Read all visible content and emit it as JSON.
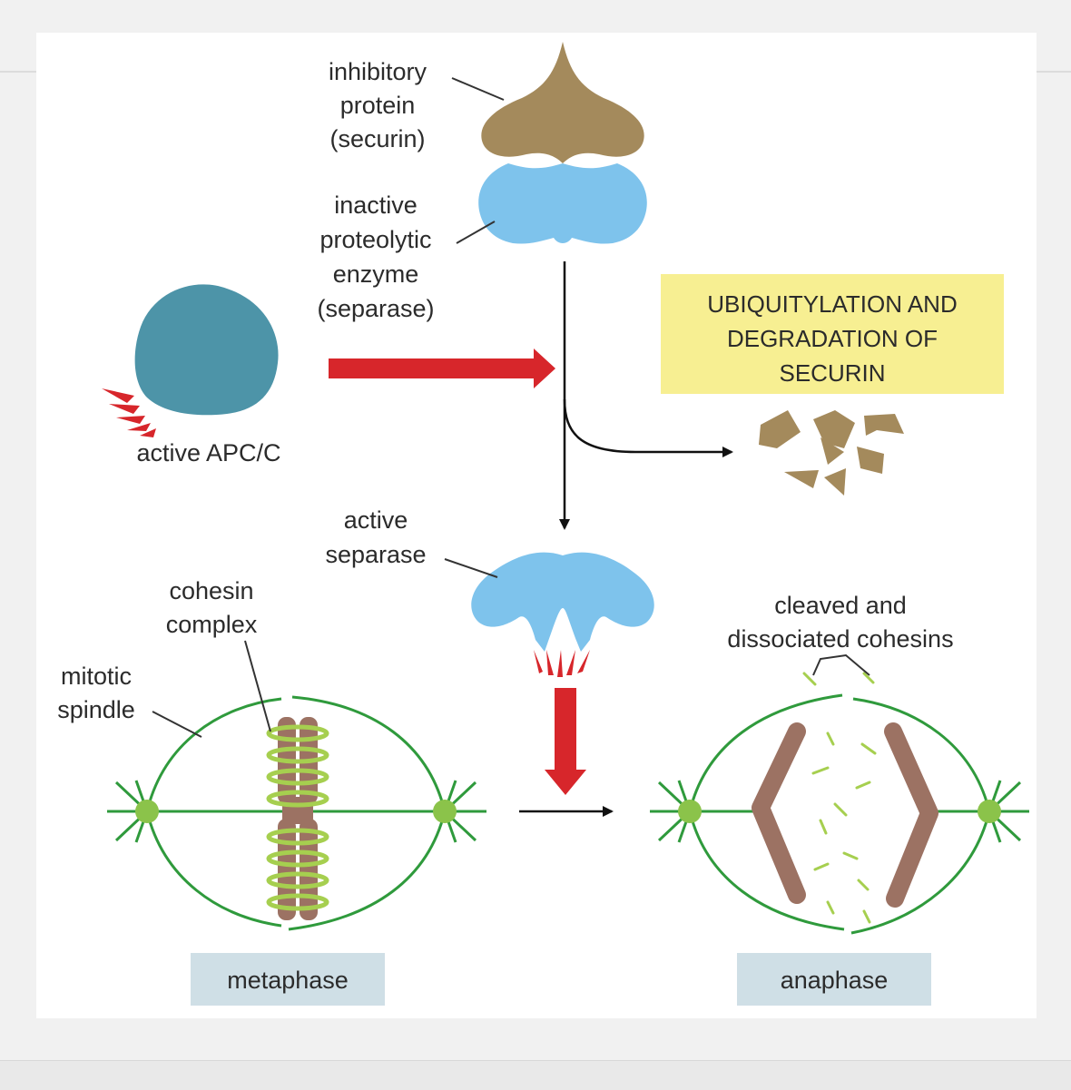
{
  "labels": {
    "inhibitory_protein": [
      "inhibitory",
      "protein",
      "(securin)"
    ],
    "inactive_enzyme": [
      "inactive",
      "proteolytic",
      "enzyme",
      "(separase)"
    ],
    "active_apc": "active APC/C",
    "callout": [
      "UBIQUITYLATION AND",
      "DEGRADATION OF",
      "SECURIN"
    ],
    "active_separase": [
      "active",
      "separase"
    ],
    "cohesin_complex": [
      "cohesin",
      "complex"
    ],
    "mitotic_spindle": [
      "mitotic",
      "spindle"
    ],
    "cleaved_cohesins": [
      "cleaved and",
      "dissociated cohesins"
    ],
    "metaphase": "metaphase",
    "anaphase": "anaphase"
  },
  "colors": {
    "securin": "#a48a5c",
    "separase": "#7ec3ec",
    "apc": "#4d94a8",
    "red_arrow": "#d7262b",
    "callout_bg": "#f7ef92",
    "spindle": "#2f9a3c",
    "pole": "#8bc34a",
    "cohesin": "#a6cf4f",
    "chromosome": "#9c7263",
    "stage_box": "#cfdfe6"
  }
}
